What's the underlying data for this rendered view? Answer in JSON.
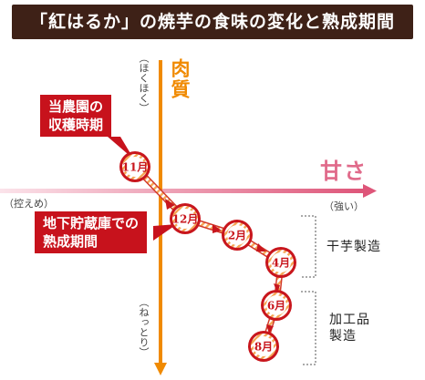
{
  "title": "「紅はるか」の焼芋の食味の変化と熟成期間",
  "axes": {
    "top_label": "肉質",
    "top_sub": "（ほくほく）",
    "bottom_sub": "（ねっとり）",
    "right_label": "甘さ",
    "right_sub": "（強い）",
    "left_sub": "（控えめ）"
  },
  "callouts": {
    "harvest": [
      "当農園の",
      "収穫時期"
    ],
    "storage": [
      "地下貯蔵庫での",
      "熟成期間"
    ]
  },
  "side_labels": {
    "hoshiimo": "干芋製造",
    "processed": [
      "加工品",
      "製造"
    ]
  },
  "months": [
    "11月",
    "12月",
    "2月",
    "4月",
    "6月",
    "8月"
  ],
  "colors": {
    "title_bg": "#3e2117",
    "accent_red": "#c8161d",
    "axis_orange": "#f08a00",
    "axis_pink": "#e06a8a",
    "hatch": "#f5a552"
  }
}
